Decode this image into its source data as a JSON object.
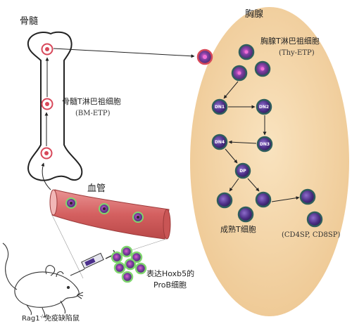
{
  "labels": {
    "bone_marrow": "骨髓",
    "thymus": "胸腺",
    "bm_etp_zh": "骨髓T淋巴祖细胞",
    "bm_etp_en": "(BM-ETP)",
    "thy_etp_zh": "胸腺T淋巴祖细胞",
    "thy_etp_en": "(Thy-ETP)",
    "blood_vessel": "血管",
    "mature_t": "成熟T细胞",
    "cd_sp": "(CD4SP, CD8SP)",
    "hoxb5_line1": "表达Hoxb5的",
    "hoxb5_line2": "ProB细胞",
    "mouse_prefix": "Rag1",
    "mouse_sup": "-/-",
    "mouse_suffix": "免疫缺陷鼠"
  },
  "stages": {
    "dn1": "DN1",
    "dn2": "DN2",
    "dn3": "DN3",
    "dn4": "DN4",
    "dp": "DP"
  },
  "colors": {
    "thymus_fill": "#f3d4a6",
    "vessel_fill": "#d97070",
    "cell_body": "#5b3a8c",
    "cell_ring": "#2f5d5d",
    "etp_ring": "#d8485a",
    "hoxb5_ring": "#7fd66e"
  }
}
